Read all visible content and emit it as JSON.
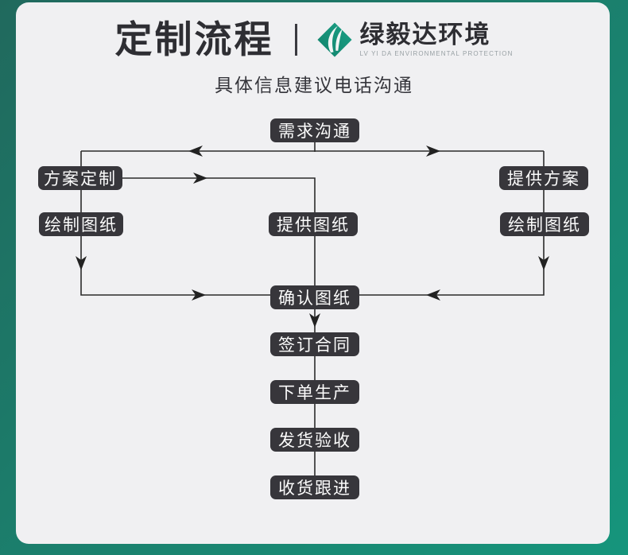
{
  "header": {
    "title": "定制流程",
    "brand": "绿毅达环境",
    "brand_sub": "LV YI DA ENVIRONMENTAL PROTECTION",
    "subtitle": "具体信息建议电话沟通"
  },
  "flow": {
    "nodes": [
      {
        "id": "demand-communication",
        "label": "需求沟通"
      },
      {
        "id": "plan-customization",
        "label": "方案定制"
      },
      {
        "id": "provide-plan",
        "label": "提供方案"
      },
      {
        "id": "draw-drawings-left",
        "label": "绘制图纸"
      },
      {
        "id": "provide-drawings",
        "label": "提供图纸"
      },
      {
        "id": "draw-drawings-right",
        "label": "绘制图纸"
      },
      {
        "id": "confirm-drawings",
        "label": "确认图纸"
      },
      {
        "id": "sign-contract",
        "label": "签订合同"
      },
      {
        "id": "order-production",
        "label": "下单生产"
      },
      {
        "id": "shipping-acceptance",
        "label": "发货验收"
      },
      {
        "id": "receipt-follow-up",
        "label": "收货跟进"
      }
    ]
  },
  "colors": {
    "frame_teal_dark": "#20695d",
    "frame_teal_light": "#16957c",
    "panel_bg": "#f0f0f2",
    "node_bg": "#37363b",
    "node_text": "#ffffff",
    "connector_line": "#2b2b2b",
    "logo_green": "#17947b",
    "brand_sub_gray": "#98a0a4",
    "title_text": "#2e2e33"
  }
}
